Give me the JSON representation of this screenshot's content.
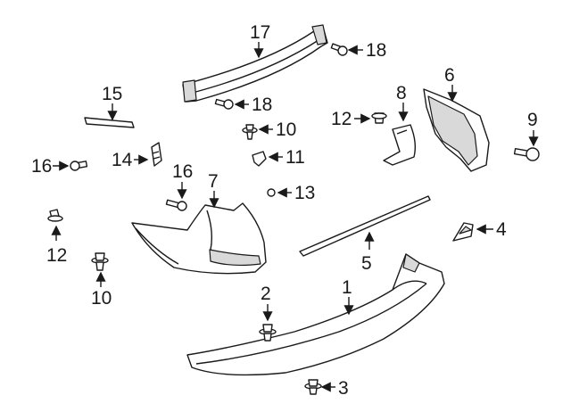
{
  "diagram": {
    "callouts": {
      "c1": "1",
      "c2": "2",
      "c3": "3",
      "c4": "4",
      "c5": "5",
      "c6": "6",
      "c7": "7",
      "c8": "8",
      "c9": "9",
      "c10a": "10",
      "c10b": "10",
      "c11": "11",
      "c12a": "12",
      "c12b": "12",
      "c13": "13",
      "c14": "14",
      "c15": "15",
      "c16a": "16",
      "c16b": "16",
      "c17": "17",
      "c18a": "18",
      "c18b": "18"
    }
  }
}
